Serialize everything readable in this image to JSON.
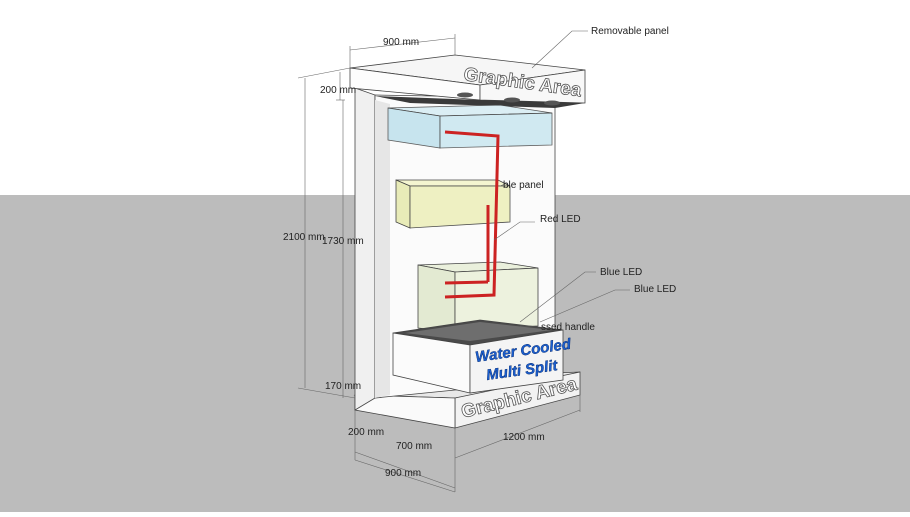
{
  "dimensions": {
    "top_width": "900 mm",
    "top_depth": "200 mm",
    "total_height": "2100 mm",
    "inner_height": "1730 mm",
    "base_height": "170 mm",
    "base_depth": "200 mm",
    "base_inner": "700 mm",
    "base_width": "1200 mm",
    "bottom_width": "900 mm"
  },
  "callouts": {
    "removable_panel": "Removable panel",
    "removable_panel_2": "ble panel",
    "red_led": "Red LED",
    "blue_led_1": "Blue LED",
    "blue_led_2": "Blue LED",
    "recessed_handle": "ssed handle"
  },
  "labels": {
    "graphic_area_top": "Graphic Area",
    "graphic_area_bottom": "Graphic Area",
    "brand_line1": "Water Cooled",
    "brand_line2": "Multi Split"
  },
  "colors": {
    "sky": "#ffffff",
    "ground": "#bcbcbc",
    "panel_face": "#f4f4f4",
    "led_red": "#cc2222",
    "shelf_blue": "#bfe0ec",
    "shelf_yellow": "#eef0c0",
    "brand_blue": "#1a5fd0"
  }
}
